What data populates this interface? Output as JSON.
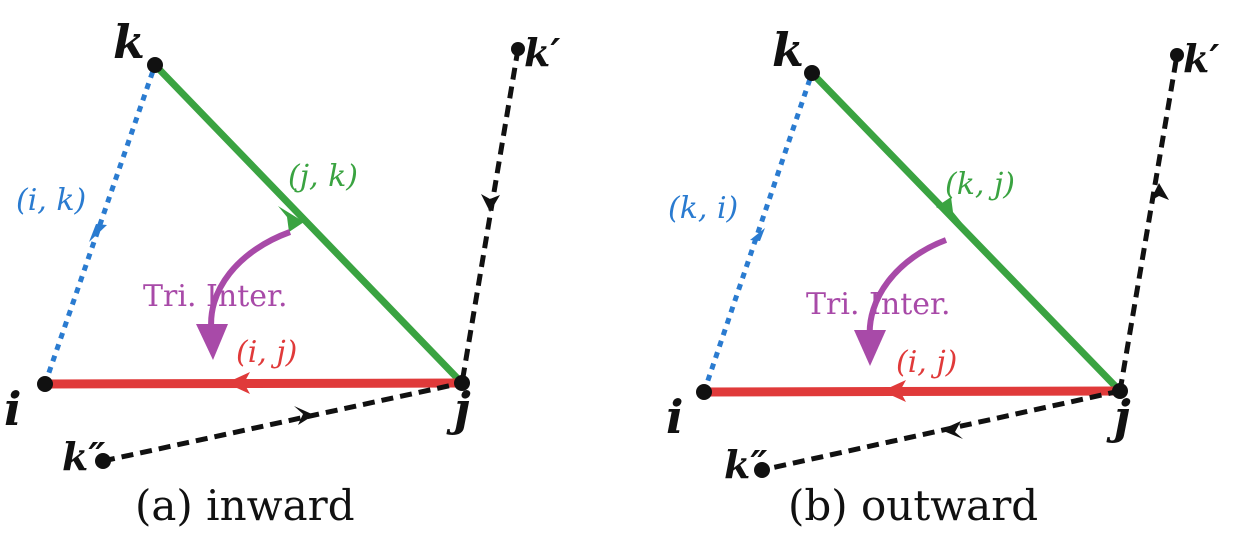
{
  "colors": {
    "blue": "#2a7bd0",
    "green": "#3aa341",
    "red": "#e03a3a",
    "black": "#111111",
    "purple": "#a84aa8"
  },
  "panels": [
    {
      "caption": "(a) inward",
      "nodes": {
        "i": "i",
        "j": "j",
        "k": "k",
        "kp": "k′",
        "kpp": "k″"
      },
      "edges": {
        "blue": "(i, k)",
        "green": "(j, k)",
        "red": "(i, j)"
      },
      "annotation": "Tri. Inter."
    },
    {
      "caption": "(b) outward",
      "nodes": {
        "i": "i",
        "j": "j",
        "k": "k",
        "kp": "k′",
        "kpp": "k″"
      },
      "edges": {
        "blue": "(k, i)",
        "green": "(k, j)",
        "red": "(i, j)"
      },
      "annotation": "Tri. Inter."
    }
  ]
}
